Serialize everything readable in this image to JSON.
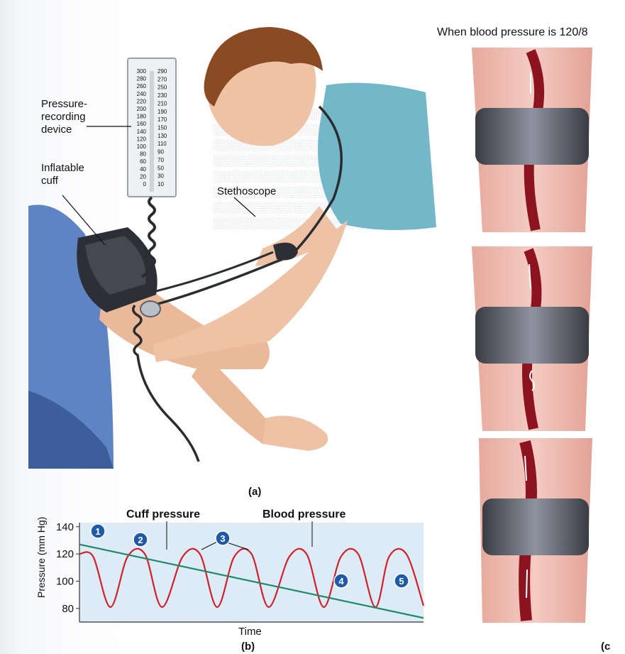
{
  "figure_a": {
    "labels": {
      "pressure_recording_device": "Pressure-\nrecording\ndevice",
      "inflatable_cuff": "Inflatable\ncuff",
      "stethoscope": "Stethoscope"
    },
    "gauge_left_scale": [
      "300",
      "280",
      "260",
      "240",
      "220",
      "200",
      "180",
      "160",
      "140",
      "120",
      "100",
      "80",
      "60",
      "40",
      "20",
      "0"
    ],
    "gauge_right_scale": [
      "290",
      "270",
      "250",
      "230",
      "210",
      "190",
      "170",
      "150",
      "130",
      "110",
      "90",
      "70",
      "50",
      "30",
      "10"
    ],
    "panel_label": "(a)"
  },
  "figure_b": {
    "panel_label": "(b)",
    "callouts": {
      "cuff_pressure": "Cuff pressure",
      "blood_pressure": "Blood pressure"
    },
    "markers": [
      "1",
      "2",
      "3",
      "4",
      "5"
    ],
    "colors": {
      "blood_line": "#d0202a",
      "cuff_line": "#1f8a6b",
      "plot_bg": "#dcebf5",
      "marker": "#1f5aa8"
    }
  },
  "chart_data": {
    "type": "line",
    "xlabel": "Time",
    "ylabel": "Pressure (mm Hg)",
    "ylim": [
      70,
      143
    ],
    "yticks": [
      "140",
      "120",
      "100",
      "80"
    ],
    "series": [
      {
        "name": "Cuff pressure",
        "x": [
          0,
          1
        ],
        "values": [
          127,
          73
        ]
      },
      {
        "name": "Blood pressure",
        "x": [
          0,
          0.04,
          0.09,
          0.14,
          0.19,
          0.24,
          0.3,
          0.35,
          0.4,
          0.45,
          0.5,
          0.55,
          0.61,
          0.66,
          0.71,
          0.76,
          0.81,
          0.86,
          0.9,
          0.95,
          1.0
        ],
        "values": [
          120,
          118,
          81,
          118,
          120,
          81,
          118,
          120,
          81,
          118,
          120,
          81,
          118,
          120,
          81,
          118,
          120,
          81,
          118,
          120,
          82
        ]
      }
    ]
  },
  "figure_c": {
    "heading": "When blood pressure is 120/8",
    "panel_label": "(c"
  }
}
